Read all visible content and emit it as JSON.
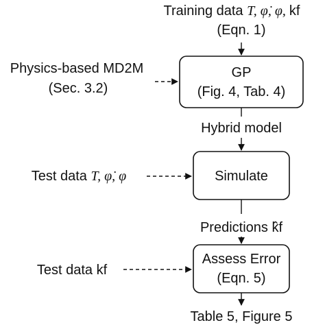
{
  "inputs": {
    "training_data": {
      "prefix": "Training data ",
      "vars": "T, φ̇, φ, ",
      "suffix": "kf",
      "ref": "(Eqn. 1)"
    },
    "physics_model": {
      "line1": "Physics-based MD2M",
      "line2": "(Sec. 3.2)"
    },
    "test_data_inputs": {
      "prefix": "Test data ",
      "vars": "T, φ̇, φ"
    },
    "test_data_kf": {
      "label": "Test data kf"
    }
  },
  "nodes": {
    "gp": {
      "line1": "GP",
      "line2": "(Fig. 4, Tab. 4)"
    },
    "simulate": {
      "label": "Simulate"
    },
    "assess": {
      "line1": "Assess Error",
      "line2": "(Eqn. 5)"
    }
  },
  "edges": {
    "hybrid_model": "Hybrid model",
    "predictions": "Predictions k̂f"
  },
  "outputs": {
    "final": "Table 5, Figure 5"
  }
}
